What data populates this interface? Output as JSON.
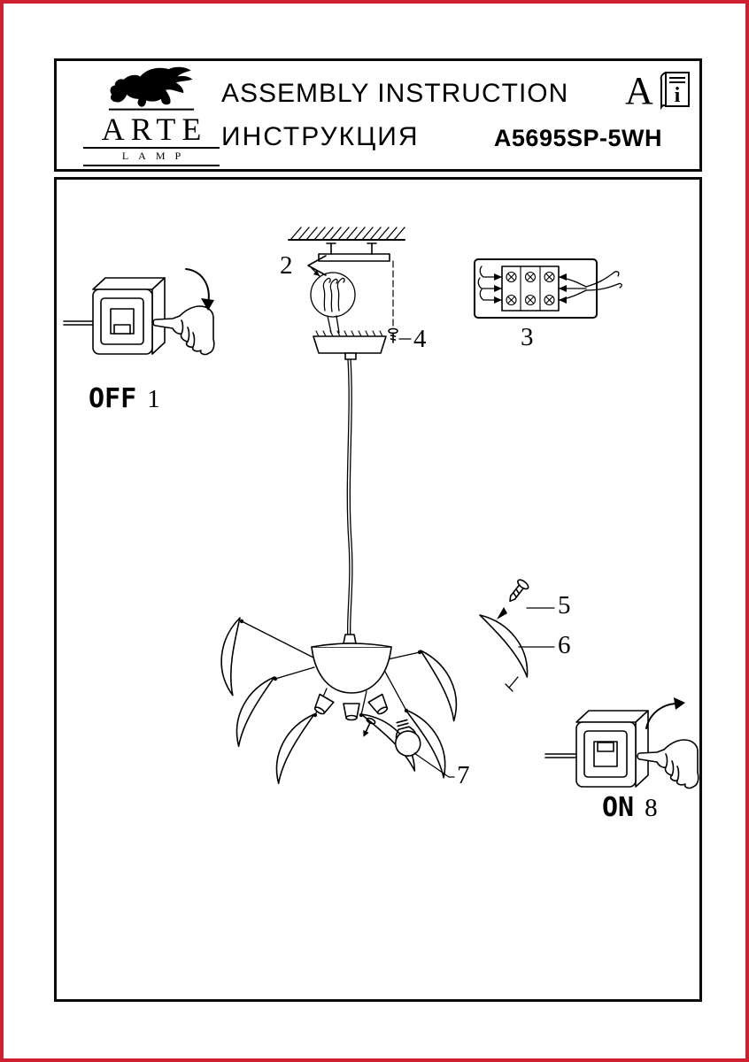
{
  "header": {
    "brand": {
      "name": "ARTE",
      "sub": "LAMP"
    },
    "title_en": "ASSEMBLY  INSTRUCTION",
    "title_ru": "ИНСТРУКЦИЯ",
    "revision": "A",
    "model": "A5695SP-5WH"
  },
  "diagram": {
    "off_word": "OFF",
    "off_num": "1",
    "num2": "2",
    "num3": "3",
    "num4": "4",
    "num5": "5",
    "num6": "6",
    "num7": "7",
    "on_word": "ON",
    "on_num": "8"
  },
  "icons": {
    "logo": "winged-lion",
    "manual": "instruction-booklet",
    "manual_letter": "i"
  },
  "colors": {
    "frame": "#cf2030",
    "ink": "#000000"
  }
}
